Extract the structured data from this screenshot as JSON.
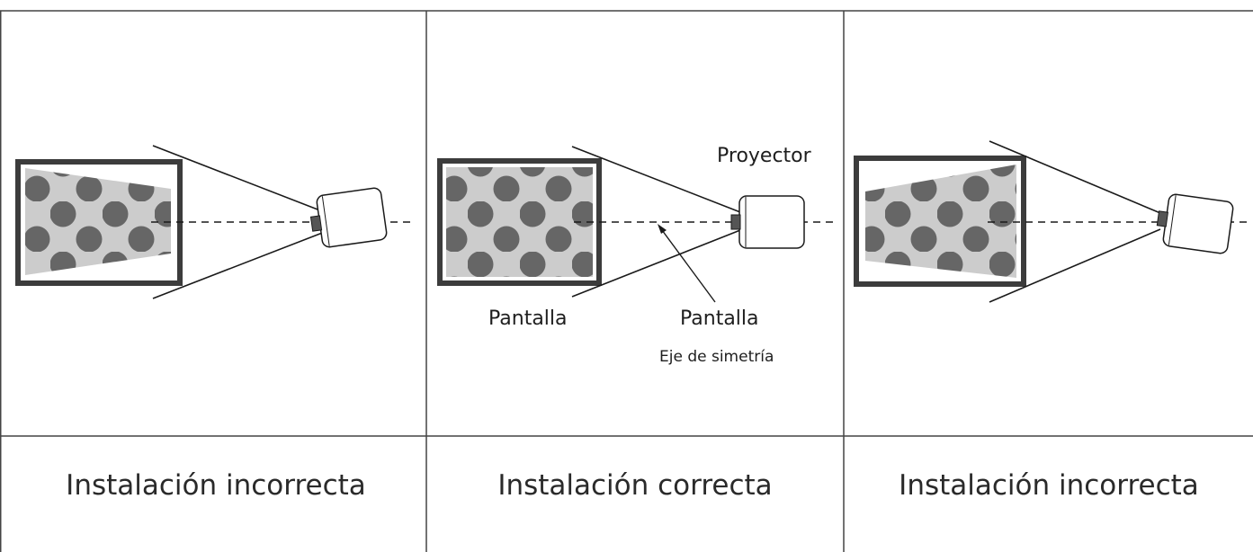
{
  "panels": [
    {
      "caption": "Instalación incorrecta"
    },
    {
      "caption": "Instalación correcta",
      "labels": {
        "projector": "Proyector",
        "screen_left": "Pantalla",
        "screen_right": "Pantalla",
        "axis": "Eje de simetría"
      }
    },
    {
      "caption": "Instalación incorrecta"
    }
  ],
  "colors": {
    "frame": "#3c3c3c",
    "projected_image": "#cccccc",
    "dots": "#666666",
    "lines": "#1a1a1a",
    "borders": "#444444"
  },
  "icons": [
    "projector-icon",
    "screen-frame",
    "projection-beam",
    "symmetry-axis-arrow"
  ]
}
